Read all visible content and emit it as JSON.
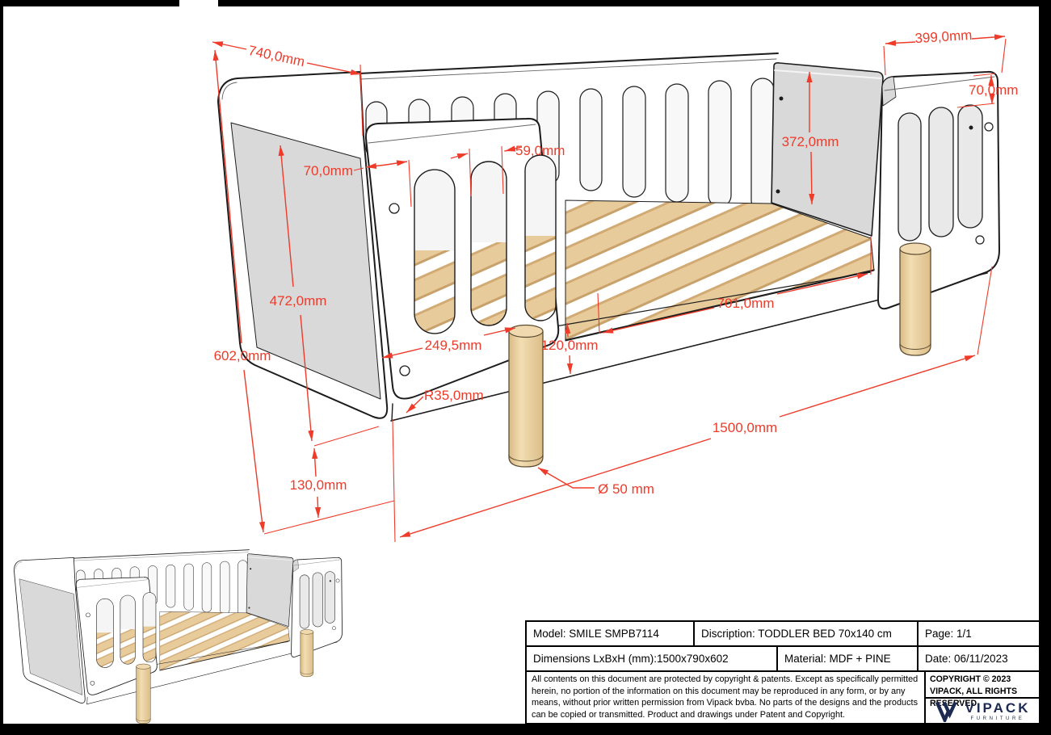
{
  "drawing": {
    "dim_color": "#ee3b2a",
    "line_color": "#1c1c1c",
    "wood_color": "#e8cb9b",
    "panel_gray": "#d9d9d9",
    "dims": {
      "d740": "740,0mm",
      "d399": "399,0mm",
      "d70_right": "70,0mm",
      "d372": "372,0mm",
      "d59": "59,0mm",
      "d70_left": "70,0mm",
      "d472": "472,0mm",
      "d602": "602,0mm",
      "d249_5": "249,5mm",
      "d120": "120,0mm",
      "d701": "701,0mm",
      "r35": "R35,0mm",
      "d1500": "1500,0mm",
      "d130": "130,0mm",
      "dia50": "Ø 50 mm"
    }
  },
  "title_block": {
    "model_label": "Model: SMILE SMPB7114",
    "discription_label": "Discription: TODDLER BED 70x140 cm",
    "page_label": "Page: 1/1",
    "dimensions_label": "Dimensions LxBxH (mm):1500x790x602",
    "material_label": "Material: MDF + PINE",
    "date_label": "Date: 06/11/2023",
    "copyright_paragraph": "All contents on this document are protected by copyright & patents. Except as specifically permitted herein, no portion of the information on this document may be reproduced in any form, or by any means, without prior written permission from Vipack bvba. No parts of the designs and the products can be copied or transmitted. Product and drawings under Patent and Copyright.",
    "copyright_notice": "COPYRIGHT  © 2023 VIPACK, ALL RIGHTS RESERVED",
    "brand": "VIPACK",
    "brand_sub": "FURNITURE",
    "brand_color": "#1c2a52"
  }
}
